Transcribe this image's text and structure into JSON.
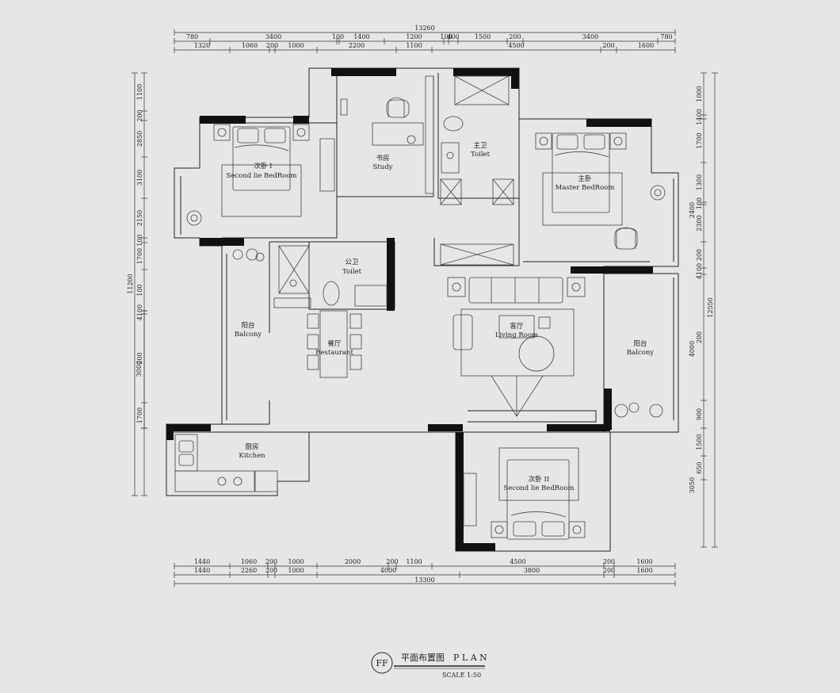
{
  "plan": {
    "dims_top_total": "13260",
    "dims_top_row1": [
      "780",
      "3400",
      "100",
      "1400",
      "1200",
      "100",
      "400",
      "1500",
      "200",
      "3400",
      "780"
    ],
    "dims_top_row2": [
      "1320",
      "1060",
      "200",
      "1000",
      "2200",
      "1100",
      "4500",
      "200",
      "1600"
    ],
    "dims_bottom_row1": [
      "1440",
      "1060",
      "200",
      "1000",
      "2000",
      "200",
      "1100",
      "4500",
      "200",
      "1600"
    ],
    "dims_bottom_row2": [
      "1440",
      "2260",
      "200",
      "1000",
      "4000",
      "3800",
      "200",
      "1600"
    ],
    "dims_bottom_total": "13300",
    "dims_left_total": "11200",
    "dims_left_row1": [
      "1100",
      "200",
      "2850",
      "3100",
      "2150",
      "100",
      "1700",
      "100",
      "4100",
      "200",
      "1700"
    ],
    "dims_left_row2": [
      "3000"
    ],
    "dims_right_total": "12550",
    "dims_right_row1": [
      "1000",
      "1400",
      "1700",
      "1300",
      "100",
      "2300",
      "200",
      "4100",
      "200",
      "900",
      "1500",
      "650"
    ],
    "dims_right_row2": [
      "2400",
      "4000",
      "3050"
    ],
    "rooms": {
      "second_bedroom_1": {
        "cn": "次卧 I",
        "en": "Second lie BedRoom"
      },
      "study": {
        "cn": "书房",
        "en": "Study"
      },
      "master_toilet": {
        "cn": "主卫",
        "en": "Toilet"
      },
      "master_bedroom": {
        "cn": "主卧",
        "en": "Master BedRoom"
      },
      "public_toilet": {
        "cn": "公卫",
        "en": "Toilet"
      },
      "balcony_left": {
        "cn": "阳台",
        "en": "Balcony"
      },
      "restaurant": {
        "cn": "餐厅",
        "en": "Restaurant"
      },
      "living_room": {
        "cn": "客厅",
        "en": "Living Room"
      },
      "balcony_right": {
        "cn": "阳台",
        "en": "Balcony"
      },
      "kitchen": {
        "cn": "厨房",
        "en": "Kitchen"
      },
      "second_bedroom_2": {
        "cn": "次卧 II",
        "en": "Second lie BedRoom"
      }
    },
    "title_badge": "FF",
    "title_cn": "平面布置图",
    "title_en": "P L A N",
    "scale": "SCALE 1:50"
  }
}
